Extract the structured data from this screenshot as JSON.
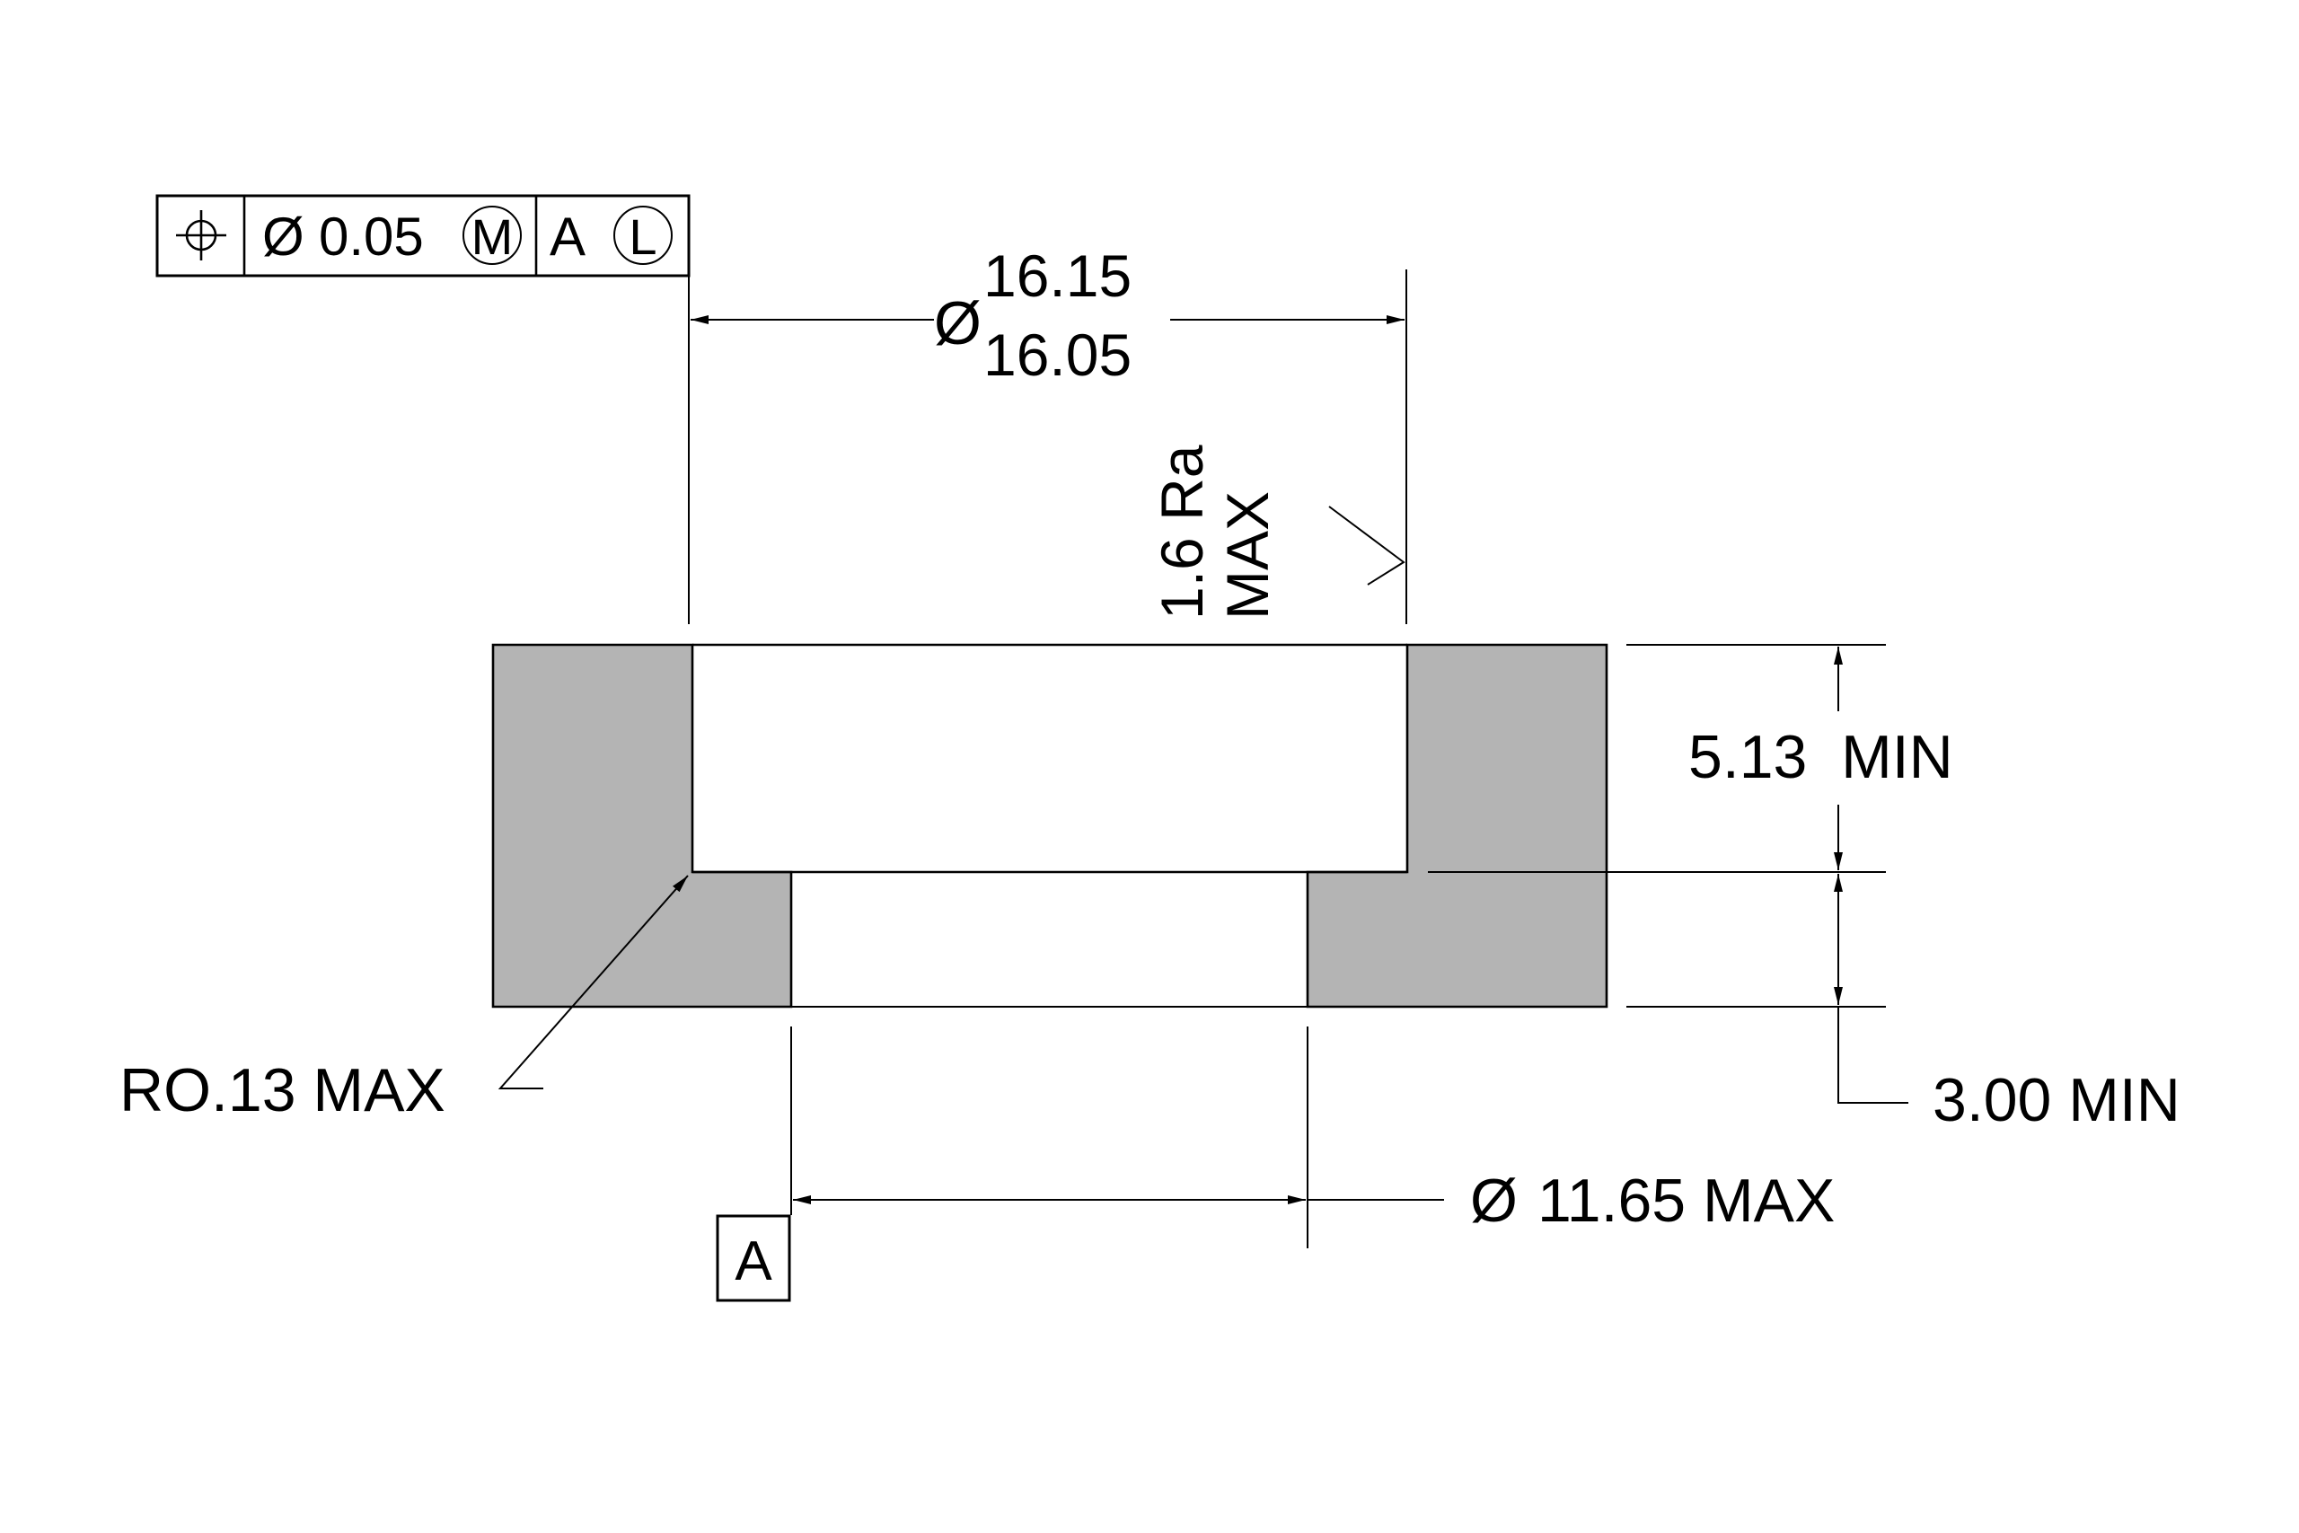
{
  "colors": {
    "section_fill": "#b4b4b4",
    "ink": "#000000",
    "background": "#ffffff"
  },
  "feature_control_frame": {
    "symbol_icon": "position-tolerance-icon",
    "diameter_symbol": "Ø",
    "tolerance": "0.05",
    "modifier": "M",
    "datum": "A",
    "datum_modifier": "L"
  },
  "dimensions": {
    "top_diameter": {
      "symbol": "Ø",
      "upper": "16.15",
      "lower": "16.05"
    },
    "surface_finish": {
      "line1": "1.6 Ra",
      "line2": "MAX"
    },
    "step_depth": "5.13  MIN",
    "total_height": "3.00 MIN",
    "corner_radius": "RO.13 MAX",
    "bore_diameter": {
      "symbol": "Ø",
      "value": "11.65 MAX"
    }
  },
  "datum_feature": {
    "label": "A"
  }
}
